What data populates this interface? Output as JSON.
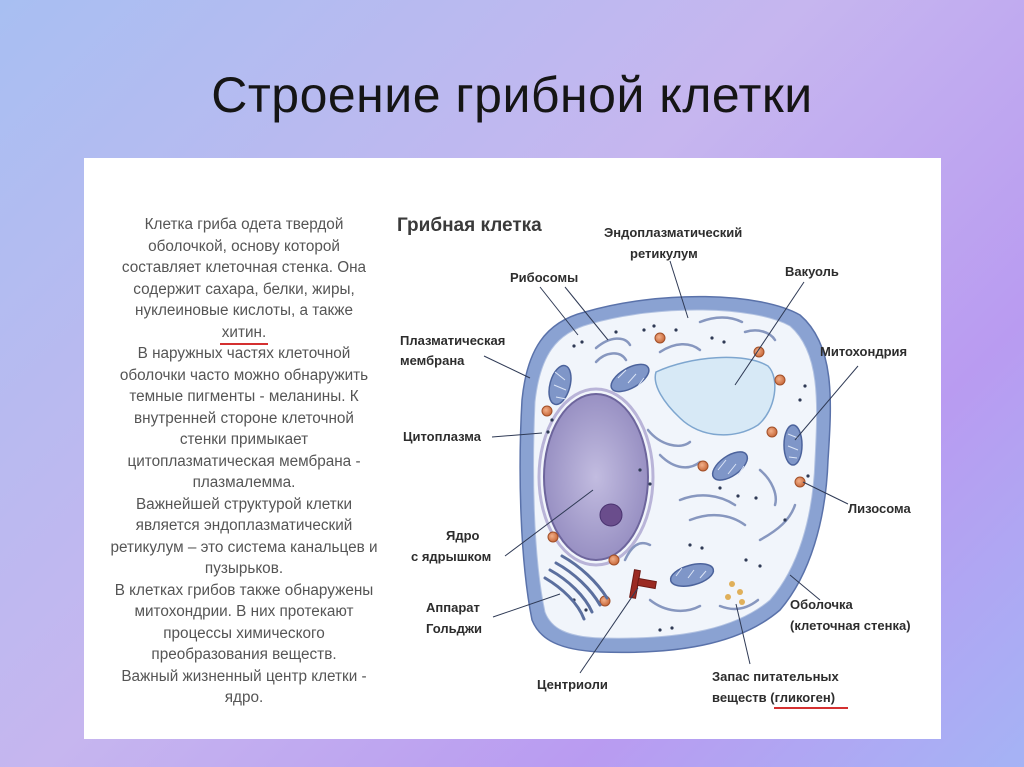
{
  "slide": {
    "title": "Строение грибной клетки"
  },
  "description": {
    "line_0": "Клетка гриба одета твердой",
    "line_1": "оболочкой, основу которой",
    "line_2": "составляет клеточная стенка. Она",
    "line_3": "содержит сахара, белки, жиры,",
    "line_4": "нуклеиновые кислоты, а также",
    "line_5": "хитин.",
    "line_6": "В наружных частях клеточной",
    "line_7": "оболочки часто можно обнаружить",
    "line_8": "темные пигменты - меланины. К",
    "line_9": "внутренней стороне клеточной",
    "line_10": "стенки примыкает",
    "line_11": "цитоплазматическая мембрана -",
    "line_12": "плазмалемма.",
    "line_13": "Важнейшей структурой клетки",
    "line_14": "является эндоплазматический",
    "line_15": "ретикулум – это система канальцев и",
    "line_16": "пузырьков.",
    "line_17": "В клетках грибов также обнаружены",
    "line_18": "митохондрии.  В них протекают",
    "line_19": "процессы химического",
    "line_20": "преобразования веществ.",
    "line_21": "Важный жизненный центр клетки -",
    "line_22": "ядро."
  },
  "diagram": {
    "title": "Грибная клетка",
    "labels": {
      "er_1": "Эндоплазматический",
      "er_2": "ретикулум",
      "ribosomes": "Рибосомы",
      "vacuole": "Вакуоль",
      "membrane_1": "Плазматическая",
      "membrane_2": "мембрана",
      "mitochondria": "Митохондрия",
      "cytoplasm": "Цитоплазма",
      "lysosome": "Лизосома",
      "nucleus_1": "Ядро",
      "nucleus_2": "с ядрышком",
      "golgi_1": "Аппарат",
      "golgi_2": "Гольджи",
      "wall_1": "Оболочка",
      "wall_2": "(клеточная стенка)",
      "centrioles": "Центриоли",
      "reserve_1": "Запас питательных",
      "reserve_2": "веществ (гликоген)"
    }
  },
  "colors": {
    "accent_underline": "#d43030",
    "cell_wall": "#8aa2d2",
    "cytoplasm": "#f1f5fb",
    "nucleus": "#a9a2cc",
    "nucleolus": "#6a4d8c",
    "vacuole": "#d7e9f6",
    "mitochondria": "#7f96c8",
    "lysosome": "#d9865a"
  }
}
